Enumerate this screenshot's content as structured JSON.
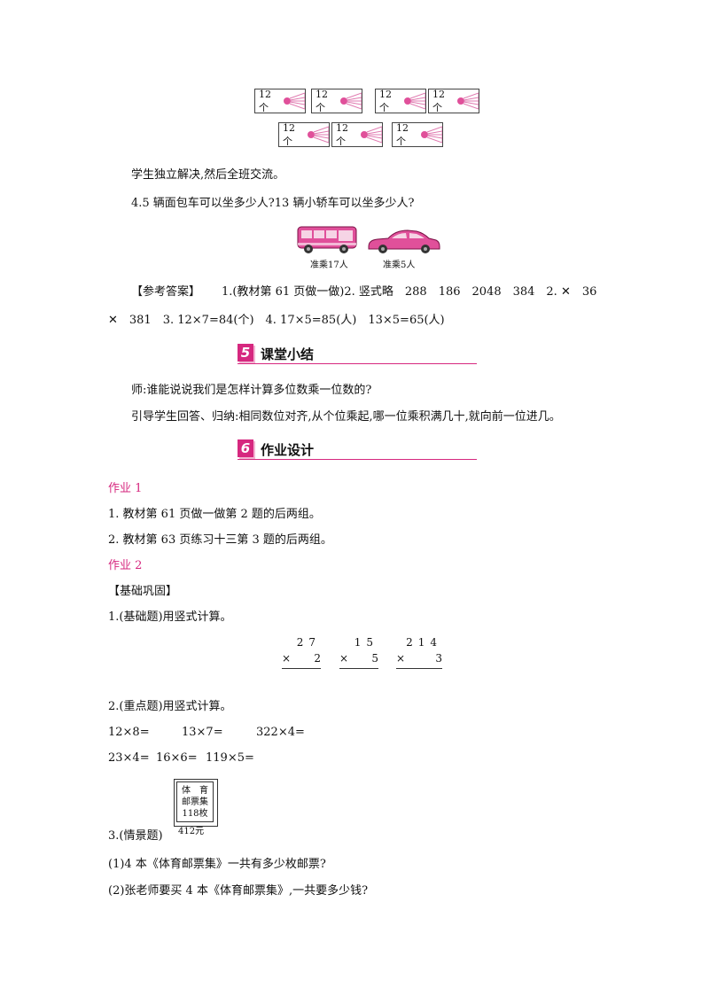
{
  "shuttle_boxes": [
    {
      "label": "12个"
    },
    {
      "label": "12个"
    },
    {
      "label": "12个"
    },
    {
      "label": "12个"
    },
    {
      "label": "12个"
    },
    {
      "label": "12个"
    },
    {
      "label": "12个"
    }
  ],
  "colors": {
    "accent": "#d6287f",
    "accent_light": "#f3b4d2"
  },
  "icons": {
    "shuttlecock": "shuttlecock-icon",
    "bus": "bus-icon",
    "car": "car-icon"
  },
  "lines": {
    "l1": "学生独立解决,然后全班交流。",
    "l2": "4.5 辆面包车可以坐多少人?13 辆小轿车可以坐多少人?",
    "bus_caption": "准乘17人",
    "car_caption": "准乘5人",
    "answer_label": "【参考答案】",
    "answer1": "1.(教材第 61 页做一做)2. 竖式略　288　186　2048　384　2. ✕　36",
    "answer2": "✕　381　3. 12×7=84(个)　4. 17×5=85(人)　13×5=65(人)",
    "s5_num": "5",
    "s5_title": "课堂小结",
    "l3": "师:谁能说说我们是怎样计算多位数乘一位数的?",
    "l4": "引导学生回答、归纳:相同数位对齐,从个位乘起,哪一位乘积满几十,就向前一位进几。",
    "s6_num": "6",
    "s6_title": "作业设计",
    "hw1": "作业 1",
    "hw1_1": "1. 教材第 61 页做一做第 2 题的后两组。",
    "hw1_2": "2. 教材第 63 页练习十三第 3 题的后两组。",
    "hw2": "作业 2",
    "basic": "【基础巩固】",
    "q1": "1.(基础题)用竖式计算。",
    "q2": "2.(重点题)用竖式计算。",
    "q2_r1a": "12×8=",
    "q2_r1b": "13×7=",
    "q2_r1c": "322×4=",
    "q2_r2a": "23×4=",
    "q2_r2b": "16×6=",
    "q2_r2c": "119×5=",
    "q3": "3.(情景题)",
    "q3_1": "(1)4 本《体育邮票集》一共有多少枚邮票?",
    "q3_2": "(2)张老师要买 4 本《体育邮票集》,一共要多少钱?"
  },
  "vertical_calcs": [
    {
      "top": "27",
      "sign": "×",
      "bottom": "2"
    },
    {
      "top": "15",
      "sign": "×",
      "bottom": "5"
    },
    {
      "top": "214",
      "sign": "×",
      "bottom": "3"
    }
  ],
  "stamp_book": {
    "line1": "体　育",
    "line2": "邮票集",
    "line3": "118枚",
    "price": "412元"
  }
}
